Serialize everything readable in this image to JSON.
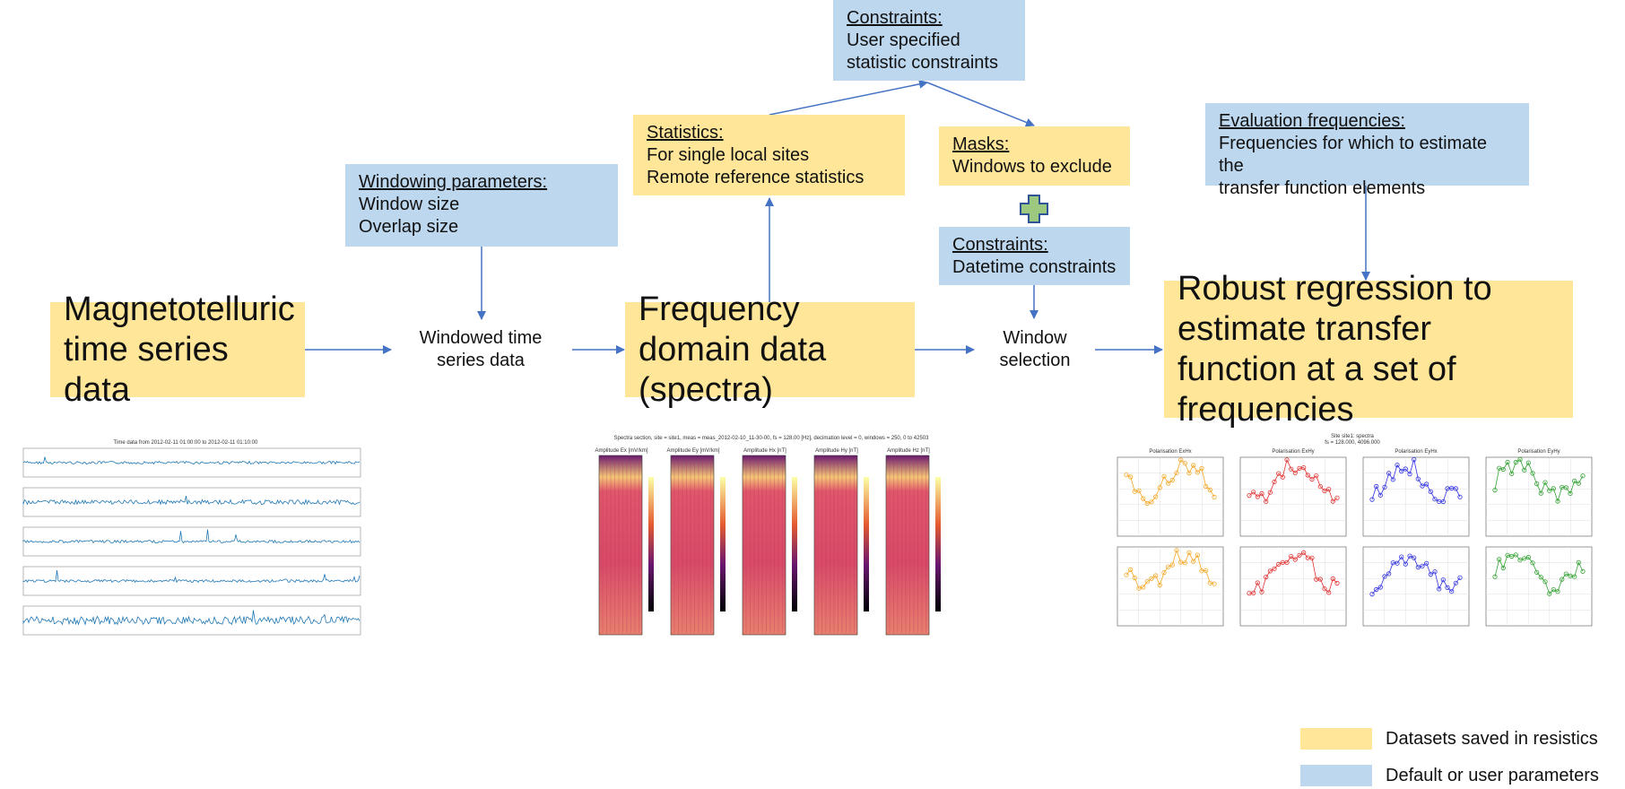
{
  "boxes": {
    "constraints_top": {
      "heading": "Constraints:",
      "lines": [
        "User specified",
        "statistic constraints"
      ]
    },
    "statistics": {
      "heading": "Statistics:",
      "lines": [
        "For single local sites",
        "Remote reference statistics"
      ]
    },
    "windowing": {
      "heading": "Windowing parameters:",
      "lines": [
        "Window size",
        "Overlap size"
      ]
    },
    "masks": {
      "heading": "Masks:",
      "lines": [
        "Windows to exclude"
      ]
    },
    "constraints_dt": {
      "heading": "Constraints:",
      "lines": [
        "Datetime constraints"
      ]
    },
    "evaluation": {
      "heading": "Evaluation frequencies:",
      "lines": [
        "Frequencies for which to estimate the",
        "transfer function elements"
      ]
    }
  },
  "main": {
    "mt_data": "Magnetotelluric time series data",
    "windowed": "Windowed time series data",
    "frequency": "Frequency domain data (spectra)",
    "window_selection": "Window selection",
    "regression": "Robust regression to estimate transfer function at a set of frequencies"
  },
  "thumbnails": {
    "timeseries_title": "Time data from 2012-02-11 01:00:00 to 2012-02-11 01:10:00",
    "spectra_title": "Spectra section, site = site1, meas = meas_2012-02-10_11-30-00, fs = 128.00 [Hz], decimation level = 0, windows = 250, 0 to 42503",
    "spectra_panels": [
      "Amplitude Ex [mV/km]",
      "Amplitude Ey [mV/km]",
      "Amplitude Hx [nT]",
      "Amplitude Hy [nT]",
      "Amplitude Hz [nT]"
    ],
    "tf_title": "Site site1: spectra",
    "tf_subtitle": "fs = 128.000, 4096.000",
    "tf_panels": [
      "Polarisation ExHx",
      "Polarisation ExHy",
      "Polarisation EyHx",
      "Polarisation EyHy"
    ],
    "tf_colors": [
      "#f5a623",
      "#e03030",
      "#3030e0",
      "#30a030"
    ]
  },
  "legend": {
    "datasets": "Datasets saved in resistics",
    "parameters": "Default or user parameters"
  },
  "colors": {
    "yellow": "#ffe699",
    "blue": "#bdd7ee",
    "arrow": "#4472c4",
    "plus": "#9cc97f"
  }
}
